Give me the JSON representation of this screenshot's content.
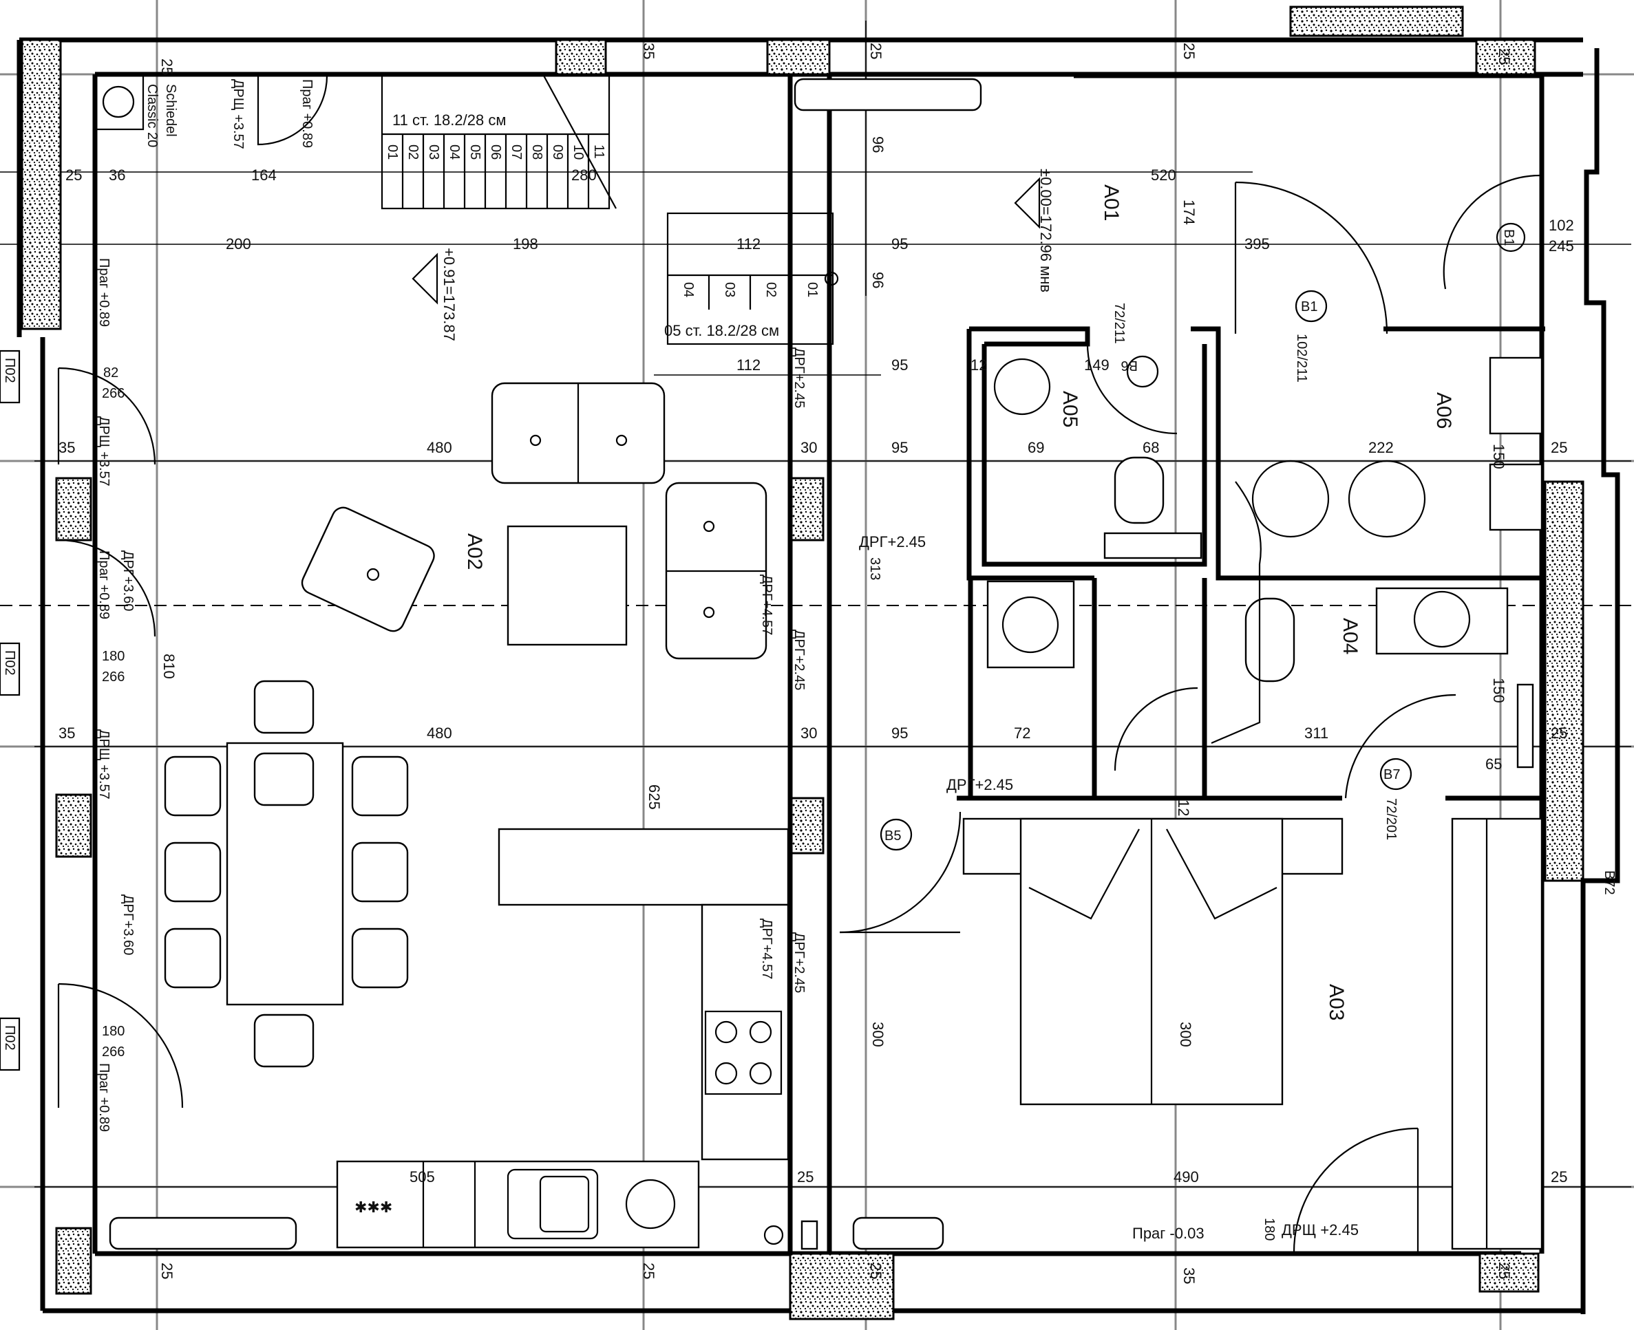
{
  "rooms": {
    "a01": "А01",
    "a02": "А02",
    "a03": "А03",
    "a04": "А04",
    "a05": "А05",
    "a06": "А06"
  },
  "stairs": {
    "upper_label": "11 ст. 18.2/28 см",
    "lower_label": "05 ст. 18.2/28 см",
    "upper_steps": [
      "01",
      "02",
      "03",
      "04",
      "05",
      "06",
      "07",
      "08",
      "09",
      "10",
      "11"
    ],
    "lower_steps": [
      "04",
      "03",
      "02",
      "01"
    ]
  },
  "levels": {
    "main": "±0.00=172.96 мнв",
    "sub": "+0.91=173.87"
  },
  "chimney": {
    "brand": "Schiedel",
    "type": "Classic 20"
  },
  "annotations": {
    "prag_top": "Праг +0.89",
    "drp_top": "ДРЩ +3.57",
    "prag_left1": "Праг +0.89",
    "drp_left1": "ДРЩ +3.57",
    "drg_left1": "ДРГ+3.60",
    "prag_left2": "Праг +0.89",
    "drp_left2": "ДРЩ +3.57",
    "drg_left2": "ДРГ+3.60",
    "drg_mid1": "ДРГ+2.45",
    "drg_mid2": "ДРГ+4.57",
    "drg_mid3": "ДРГ+2.45",
    "drg_mid4": "ДРГ+4.57",
    "drg_mid5": "ДРГ+2.45",
    "drg_corr": "ДРГ+2.45",
    "drg_hall": "ДРГ+2.45",
    "prag_bottom": "Праг -0.03",
    "drp_bottom": "ДРЩ +2.45"
  },
  "doors": {
    "b1_a": "В1",
    "b1_b": "В1",
    "b5": "В5",
    "b6": "В6",
    "b7": "В7",
    "b72": "В72",
    "p02a": "П02",
    "p02b": "П02",
    "p02c": "П02"
  },
  "dims": {
    "d25a": "25",
    "d35a": "35",
    "d25b": "25",
    "d25c": "25",
    "d25d": "25",
    "d36": "36",
    "d164": "164",
    "d25e": "25",
    "d280": "280",
    "d520": "520",
    "d200": "200",
    "d198": "198",
    "d112a": "112",
    "d95a": "95",
    "d395": "395",
    "d112b": "112",
    "d95b": "95",
    "d149": "149",
    "d12a": "12",
    "d35b": "35",
    "d480a": "480",
    "d30a": "30",
    "d95c": "95",
    "d69": "69",
    "d68": "68",
    "d222": "222",
    "d25f": "25",
    "d810": "810",
    "d625": "625",
    "d313": "313",
    "d35c": "35",
    "d480b": "480",
    "d30b": "30",
    "d95d": "95",
    "d72": "72",
    "d311": "311",
    "d25g": "25",
    "d65": "65",
    "d150": "150",
    "d300a": "300",
    "d300b": "300",
    "d505": "505",
    "d25h": "25",
    "d490": "490",
    "d25i": "25",
    "d25j": "25",
    "d25k": "25",
    "d25l": "25",
    "d35d": "35",
    "d25m": "25",
    "d174": "174",
    "d96a": "96",
    "d96b": "96",
    "d102": "102",
    "d245": "245",
    "d72_211": "72/211",
    "d102_211": "102/211",
    "d72_201": "72/201",
    "d266a": "266",
    "d82": "82",
    "d180a": "180",
    "d180b": "180",
    "d180c": "180",
    "d266b": "266",
    "d266c": "266",
    "d150b": "150",
    "d12b": "12"
  }
}
